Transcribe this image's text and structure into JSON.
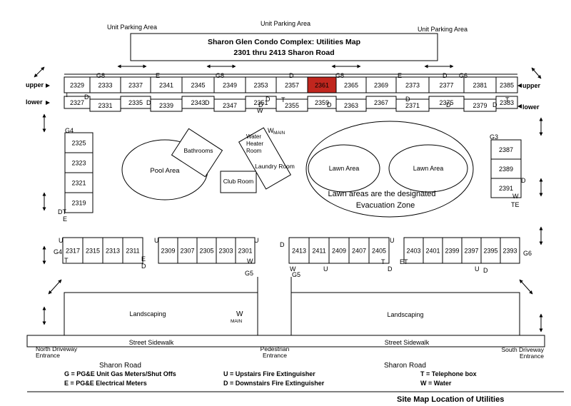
{
  "title": {
    "line1": "Sharon Glen Condo Complex:  Utilities Map",
    "line2": "2301 thru 2413 Sharon Road"
  },
  "parking": [
    "Unit Parking Area",
    "Unit Parking Area",
    "Unit Parking Area"
  ],
  "row_labels": {
    "upper_left": "upper",
    "lower_left": "lower",
    "upper_right": "upper",
    "lower_right": "lower"
  },
  "upper_units": [
    "2329",
    "2333",
    "2337",
    "2341",
    "2345",
    "2349",
    "2353",
    "2357",
    "2361",
    "2365",
    "2369",
    "2373",
    "2377",
    "2381",
    "2385"
  ],
  "lower_units": [
    "2327",
    "2331",
    "2335",
    "2339",
    "2343",
    "2347",
    "2351",
    "2355",
    "2359",
    "2363",
    "2367",
    "2371",
    "2375",
    "2379",
    "2383"
  ],
  "highlighted_unit": "2361",
  "left_column_units": [
    "2325",
    "2323",
    "2321",
    "2319"
  ],
  "right_column_units": [
    "2387",
    "2389",
    "2391"
  ],
  "bottom_groups": [
    [
      "2317",
      "2315",
      "2313",
      "2311"
    ],
    [
      "2309",
      "2307",
      "2305",
      "2303",
      "2301"
    ],
    [
      "2413",
      "2411",
      "2409",
      "2407",
      "2405"
    ],
    [
      "2403",
      "2401",
      "2399",
      "2397",
      "2395",
      "2393"
    ]
  ],
  "areas": {
    "bathrooms": "Bathrooms",
    "pool": "Pool Area",
    "club": "Club Room",
    "water_heater": [
      "Water",
      "Heater",
      "Room"
    ],
    "laundry": "Laundry Room",
    "lawn1": "Lawn Area",
    "lawn2": "Lawn Area",
    "evacuation": [
      "Lawn areas are the designated",
      "Evacuation Zone"
    ],
    "landscaping_left": "Landscaping",
    "landscaping_right": "Landscaping",
    "sidewalk_left": "Street Sidewalk",
    "sidewalk_right": "Street Sidewalk"
  },
  "entrances": {
    "north": [
      "North Driveway",
      "Entrance"
    ],
    "pedestrian": [
      "Pedestrian",
      "Entrance"
    ],
    "south": [
      "South Driveway",
      "Entrance"
    ]
  },
  "roads": [
    "Sharon Road",
    "Sharon Road"
  ],
  "main_label": "MAIN",
  "utility_marks": {
    "g": "G",
    "g3": "G3",
    "g4": "G4",
    "g5": "G5",
    "g6": "G6",
    "g8": "G8",
    "e": "E",
    "d": "D",
    "u": "U",
    "t": "T",
    "w": "W",
    "dt": "DT",
    "te": "TE",
    "et": "ET"
  },
  "legend": {
    "gas": "G = PG&E Unit Gas Meters/Shut Offs",
    "electric": "E = PG&E Electrical Meters",
    "upstairs": "U = Upstairs Fire Extinguisher",
    "downstairs": "D = Downstairs Fire Extinguisher",
    "telephone": "T = Telephone box",
    "water": "W = Water"
  },
  "footer": "Site Map Location of Utilities"
}
